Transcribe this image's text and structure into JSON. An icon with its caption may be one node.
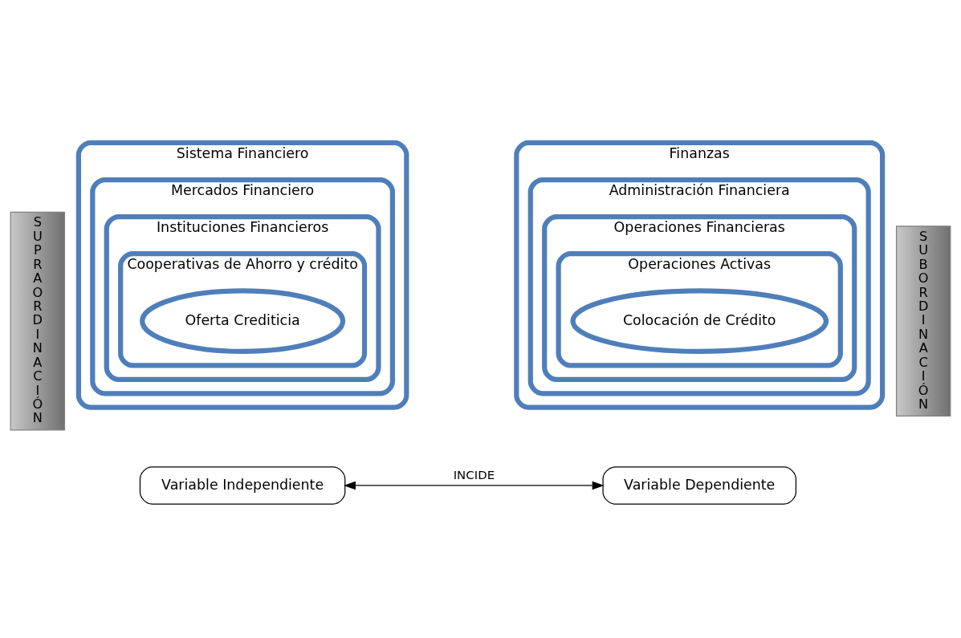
{
  "diagram": {
    "nodes": [
      {
        "text": [
          "SUPRAORDINACIÓN"
        ]
      },
      {
        "text": [
          "Sistema Financiero"
        ]
      },
      {
        "text": [
          "Mercados Financiero"
        ],
        "in": 1
      },
      {
        "text": [
          "Instituciones Financieros"
        ],
        "in": 2
      },
      {
        "text": [
          "Cooperativas de Ahorro y crédito"
        ],
        "in": 3
      },
      {
        "text": [
          "Oferta Crediticia"
        ],
        "in": 4
      },
      {
        "text": [
          "Finanzas"
        ]
      },
      {
        "text": [
          "Administración Financiera"
        ],
        "in": 6
      },
      {
        "text": [
          "Operaciones Financieras"
        ],
        "in": 7
      },
      {
        "text": [
          "Operaciones Activas"
        ],
        "in": 8
      },
      {
        "text": [
          "Colocación de Crédito"
        ],
        "in": 9
      },
      {
        "text": [
          "SUBORDINACIÓN"
        ]
      },
      {
        "text": [
          "Variable Independiente"
        ]
      },
      {
        "text": [
          "Variable Dependiente"
        ]
      }
    ],
    "edges": [
      {
        "from": 12,
        "to": 13,
        "label": "INCIDE",
        "arrow": "both"
      }
    ]
  }
}
